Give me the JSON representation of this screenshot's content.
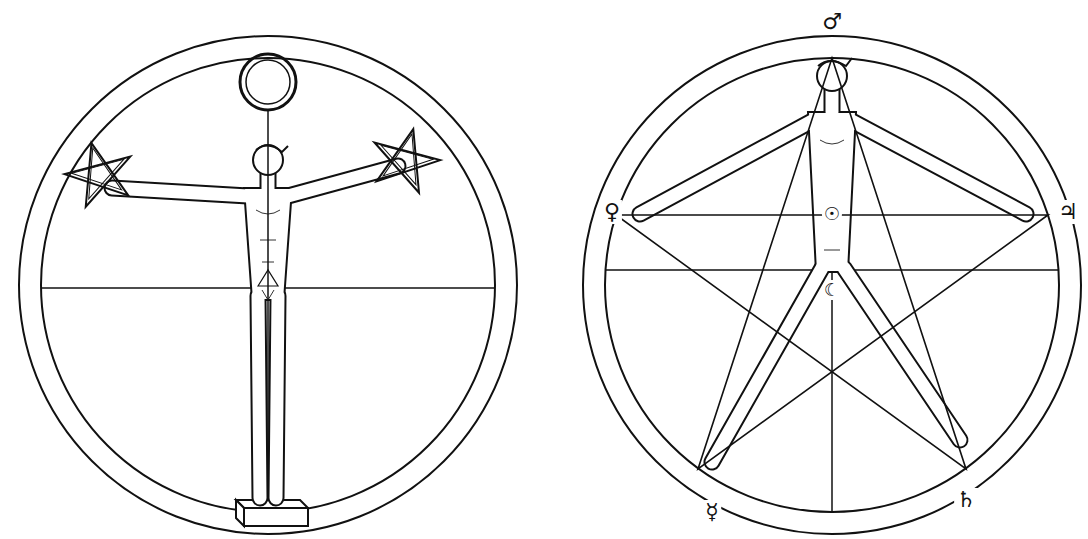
{
  "diagram": {
    "labels": [
      "♂",
      "♀",
      "♃",
      "☿",
      "♄",
      "☉",
      "☾"
    ]
  }
}
